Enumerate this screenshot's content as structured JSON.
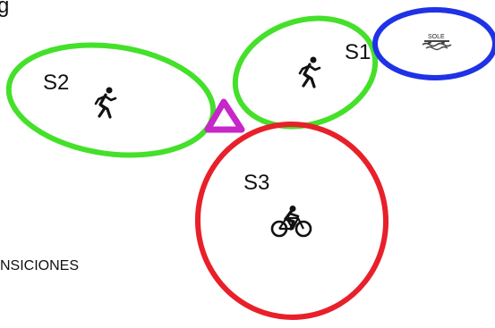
{
  "colors": {
    "swim": "#1f32e6",
    "run": "#44e02a",
    "bike": "#e8202a",
    "transition": "#c726c9",
    "text": "#111111"
  },
  "segments": {
    "s1": {
      "label": "S1",
      "icon": "running-icon"
    },
    "s2": {
      "label": "S2",
      "icon": "running-icon"
    },
    "s3": {
      "label": "S3",
      "icon": "cycling-icon"
    },
    "swim": {
      "icon": "swimming-icon"
    }
  },
  "side_text": "NSICIONES"
}
